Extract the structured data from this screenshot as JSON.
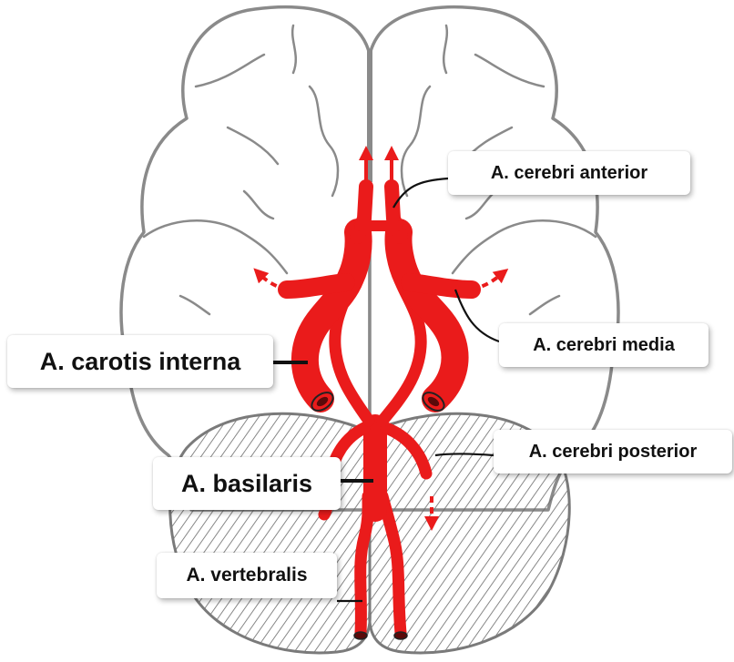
{
  "diagram": {
    "vessel_color": "#ea1b1b",
    "outline_color": "#8a8a8a",
    "labels": {
      "cerebri_anterior": "A. cerebri anterior",
      "cerebri_media": "A. cerebri media",
      "carotis_interna": "A. carotis interna",
      "cerebri_posterior": "A. cerebri posterior",
      "basilaris": "A. basilaris",
      "vertebralis": "A. vertebralis"
    }
  }
}
